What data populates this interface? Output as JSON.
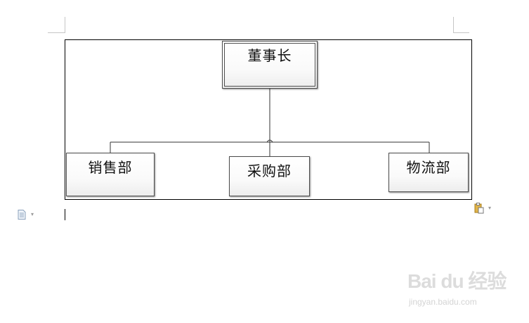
{
  "org_chart": {
    "top": "董事长",
    "children": [
      "销售部",
      "采购部",
      "物流部"
    ]
  },
  "watermark": {
    "logo": "Bai du 经验",
    "url": "jingyan.baidu.com"
  },
  "icons": {
    "left_margin": "document-icon",
    "paste_options": "clipboard-paste-icon"
  }
}
